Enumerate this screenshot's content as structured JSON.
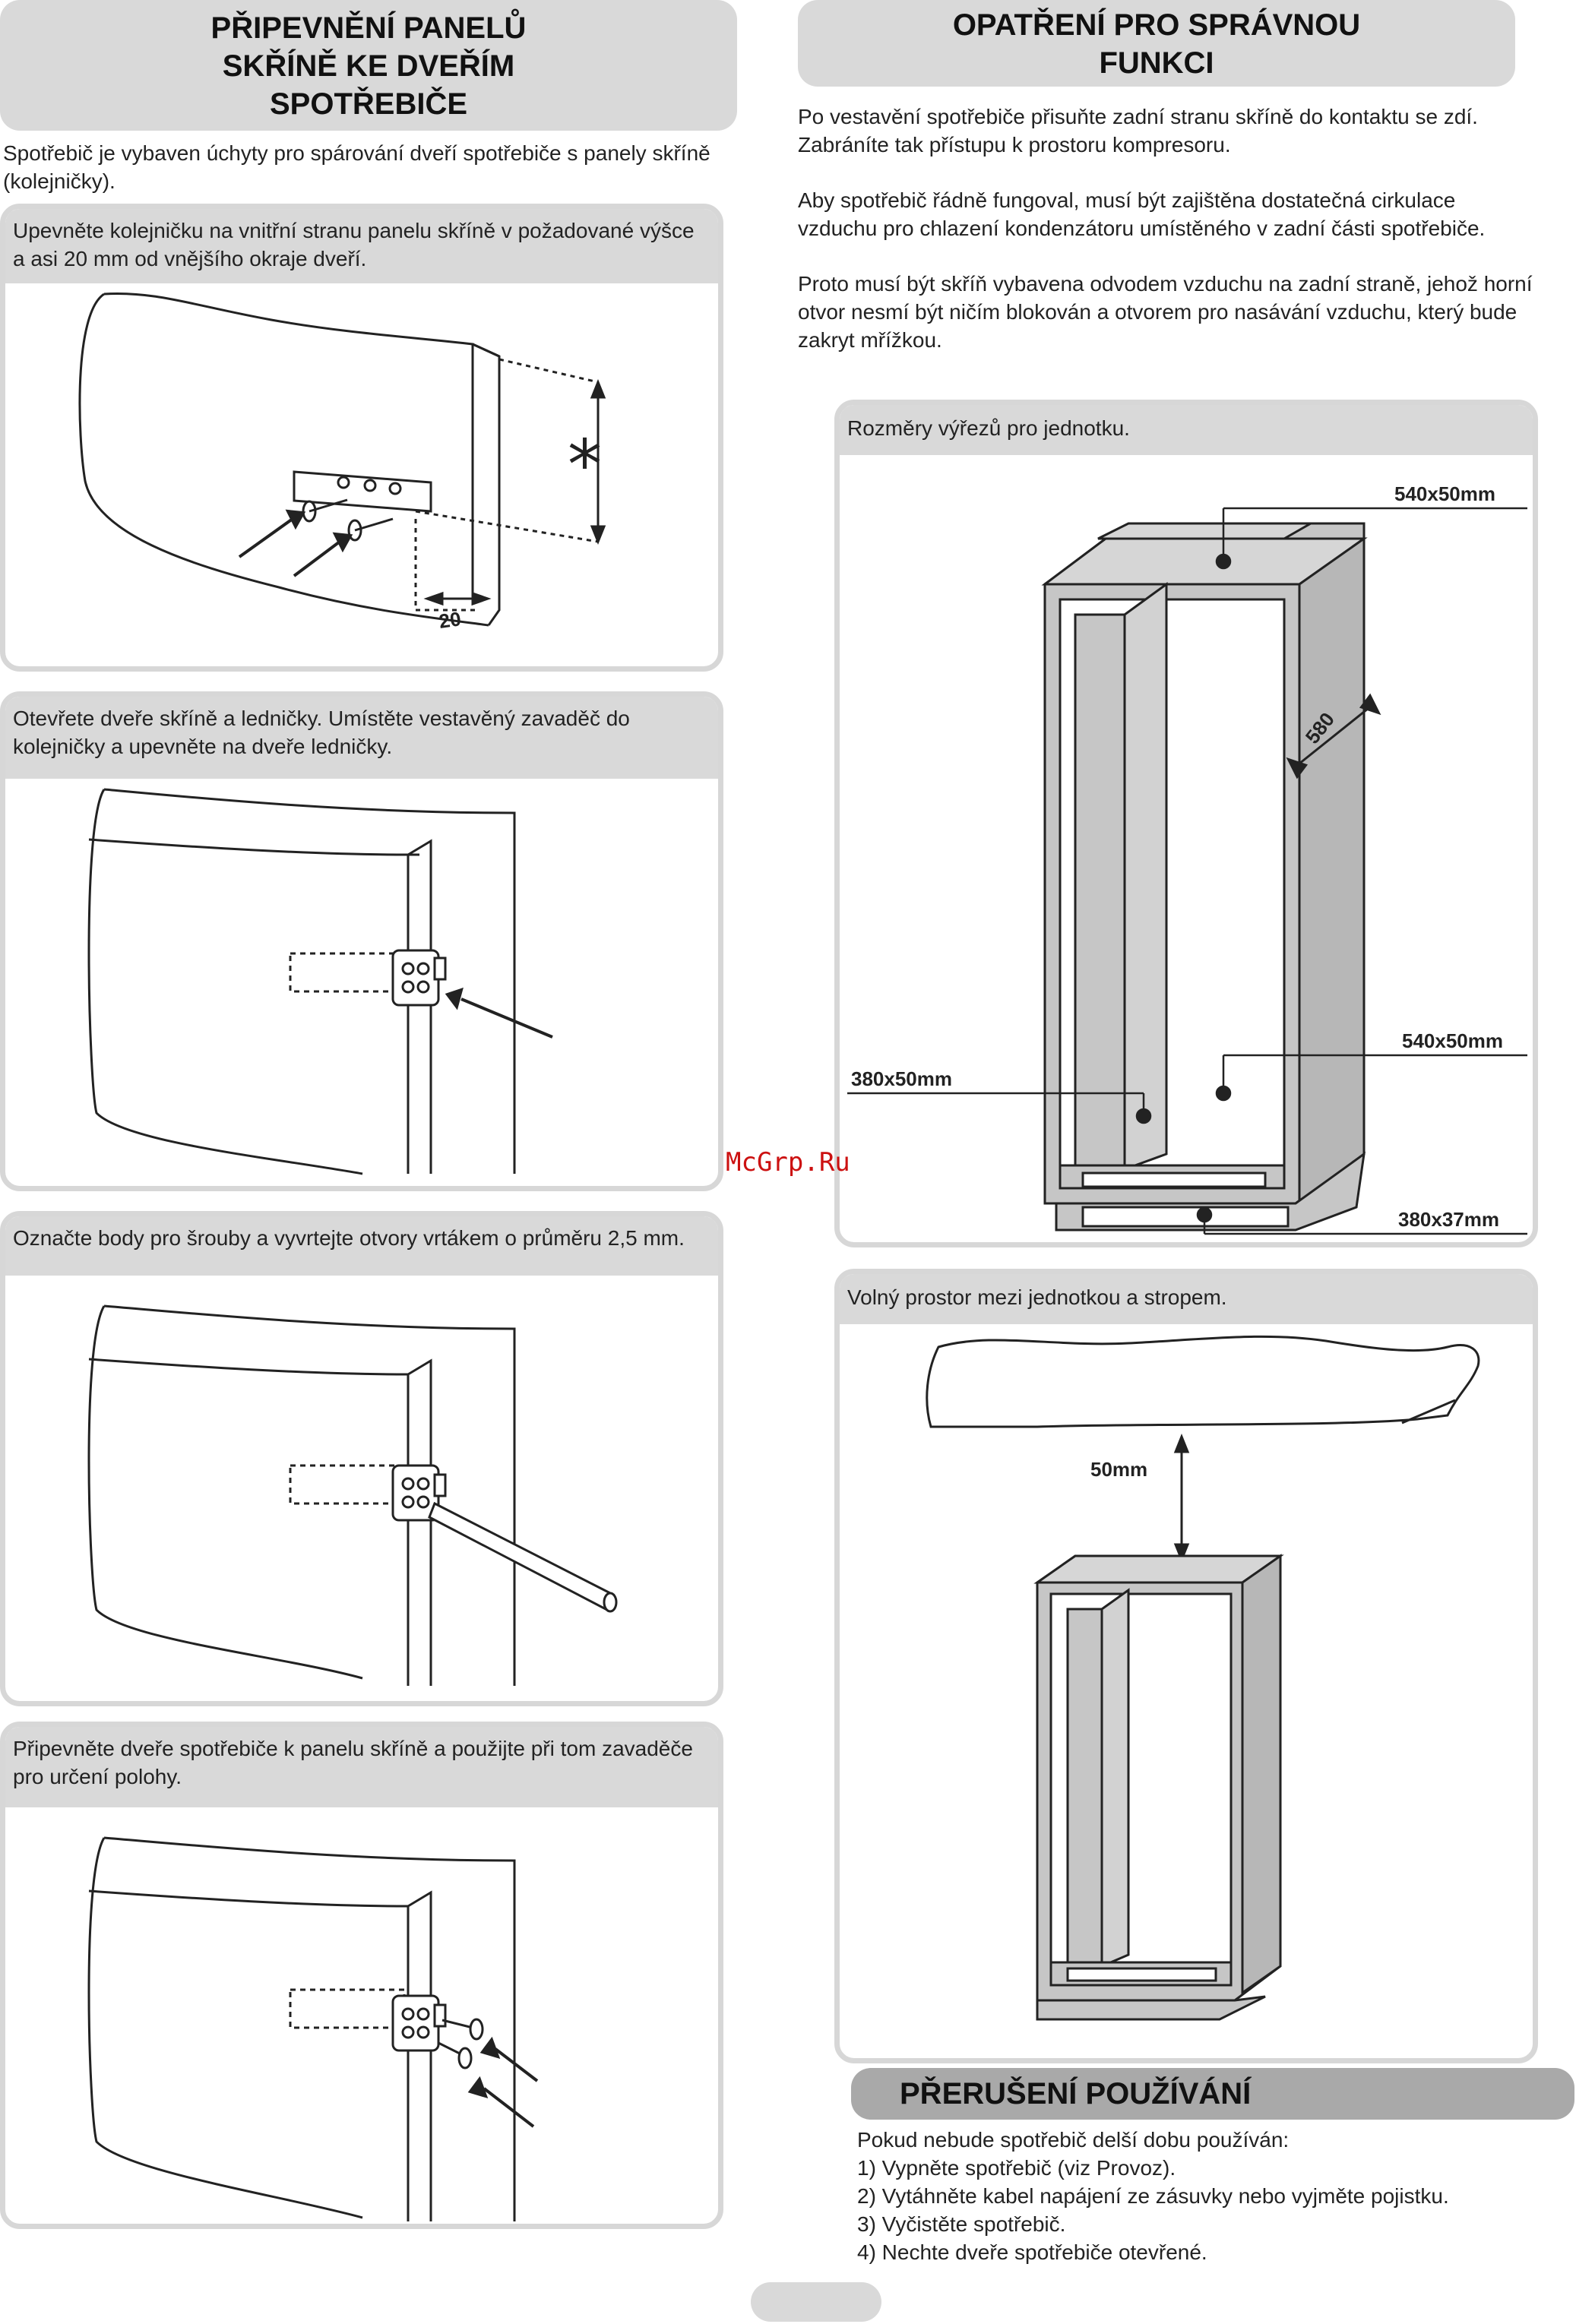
{
  "left": {
    "header": [
      "PŘIPEVNĚNÍ PANELŮ",
      "SKŘÍNĚ KE DVEŘÍM",
      "SPOTŘEBIČE"
    ],
    "intro": "Spotřebič je vybaven úchyty pro spárování dveří spotřebiče s panely skříně (kolejničky).",
    "steps": [
      {
        "caption": "Upevněte kolejničku na vnitřní stranu panelu skříně v požadované výšce a asi 20 mm od vnějšího okraje dveří.",
        "label_star": "*",
        "label_20": "20"
      },
      {
        "caption": "Otevřete dveře skříně a ledničky. Umístěte vestavěný zavaděč do kolejničky a upevněte na dveře ledničky."
      },
      {
        "caption": "Označte body pro šrouby a vyvrtejte otvory vrtákem o průměru 2,5 mm."
      },
      {
        "caption": "Připevněte dveře spotřebiče k panelu skříně a použijte při tom zavaděče pro určení polohy."
      }
    ]
  },
  "right": {
    "header": [
      "OPATŘENÍ PRO SPRÁVNOU",
      "FUNKCI"
    ],
    "paragraphs": [
      "Po vestavění spotřebiče přisuňte zadní stranu skříně do kontaktu se zdí. Zabráníte tak přístupu k prostoru kompresoru.",
      "Aby spotřebič řádně fungoval, musí být zajištěna dostatečná cirkulace vzduchu pro chlazení kondenzátoru umístěného v zadní části spotřebiče.",
      "Proto musí být skříň vybavena odvodem vzduchu na zadní straně, jehož horní otvor nesmí být ničím blokován a otvorem pro nasávání vzduchu, který bude zakryt mřížkou."
    ],
    "cutouts": {
      "caption": "Rozměry výřezů pro jednotku.",
      "dims": {
        "top": "540x50mm",
        "depth": "580",
        "bottom_right": "540x50mm",
        "bottom_left": "380x50mm",
        "base": "380x37mm"
      }
    },
    "clearance": {
      "caption": "Volný prostor mezi jednotkou a stropem.",
      "dim": "50mm"
    },
    "interruption": {
      "header": "PŘERUŠENÍ POUŽÍVÁNÍ",
      "lines": [
        "Pokud nebude spotřebič delší dobu používán:",
        "1) Vypněte spotřebič (viz Provoz).",
        "2) Vytáhněte kabel napájení ze zásuvky nebo vyjměte pojistku.",
        "3) Vyčistěte spotřebič.",
        "4) Nechte dveře spotřebiče otevřené."
      ]
    }
  },
  "watermark": "McGrp.Ru",
  "colors": {
    "panel_grey": "#d9d9d9",
    "diagram_fill": "#c6c6c6",
    "watermark": "#cc1111"
  }
}
